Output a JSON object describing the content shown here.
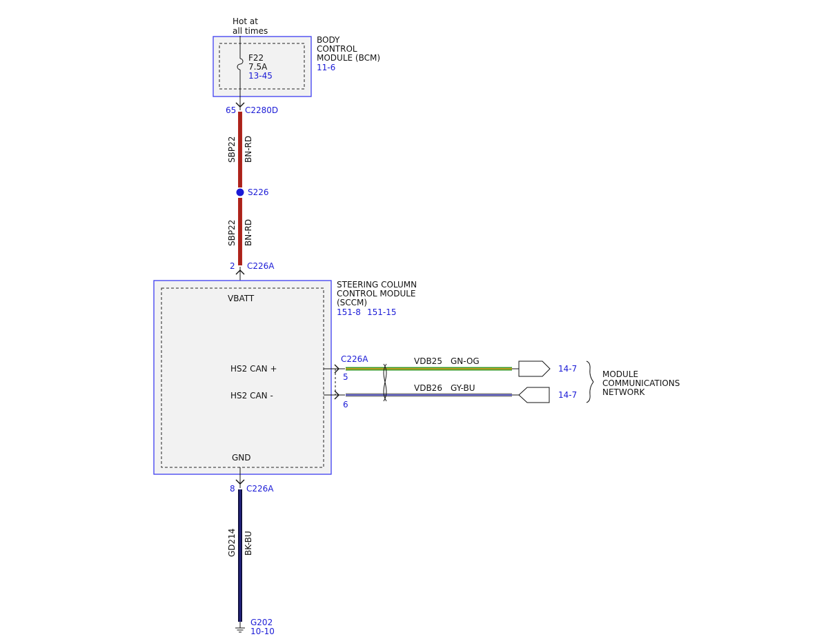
{
  "colors": {
    "module_border": "#3d3df0",
    "module_fill": "#f2f2f2",
    "ref_text": "#1a1ad6",
    "wire_bn_rd": "#b3261e",
    "wire_gn_og_green": "#3a9a2a",
    "wire_gn_og_orange": "#e8a020",
    "wire_gy_bu_gray": "#8a8a8a",
    "wire_gy_bu_blue": "#4a4ad8",
    "wire_bk_bu": "#101040",
    "splice": "#1a1ad6"
  },
  "bcm": {
    "supply": "Hot at\nall times",
    "fuse_name": "F22",
    "fuse_rating": "7.5A",
    "fuse_ref": "13-45",
    "label": "BODY\nCONTROL\nMODULE (BCM)",
    "ref": "11-6"
  },
  "conn_top": {
    "pin": "65",
    "name": "C2280D"
  },
  "wire_upper": {
    "circuit": "SBP22",
    "color": "BN-RD"
  },
  "splice": {
    "name": "S226"
  },
  "wire_lower": {
    "circuit": "SBP22",
    "color": "BN-RD"
  },
  "conn_sccm_top": {
    "pin": "2",
    "name": "C226A"
  },
  "sccm": {
    "label": "STEERING COLUMN\nCONTROL MODULE\n(SCCM)",
    "ref1": "151-8",
    "ref2": "151-15",
    "pin_vbatt": "VBATT",
    "pin_can_plus": "HS2 CAN +",
    "pin_can_minus": "HS2 CAN -",
    "pin_gnd": "GND"
  },
  "can_conn": {
    "name": "C226A",
    "pin_plus": "5",
    "pin_minus": "6"
  },
  "can_wire_plus": {
    "circuit": "VDB25",
    "color": "GN-OG",
    "ref": "14-7"
  },
  "can_wire_minus": {
    "circuit": "VDB26",
    "color": "GY-BU",
    "ref": "14-7"
  },
  "network": {
    "label": "MODULE\nCOMMUNICATIONS\nNETWORK"
  },
  "conn_gnd": {
    "pin": "8",
    "name": "C226A"
  },
  "wire_gnd": {
    "circuit": "GD214",
    "color": "BK-BU"
  },
  "ground": {
    "name": "G202",
    "ref": "10-10"
  }
}
